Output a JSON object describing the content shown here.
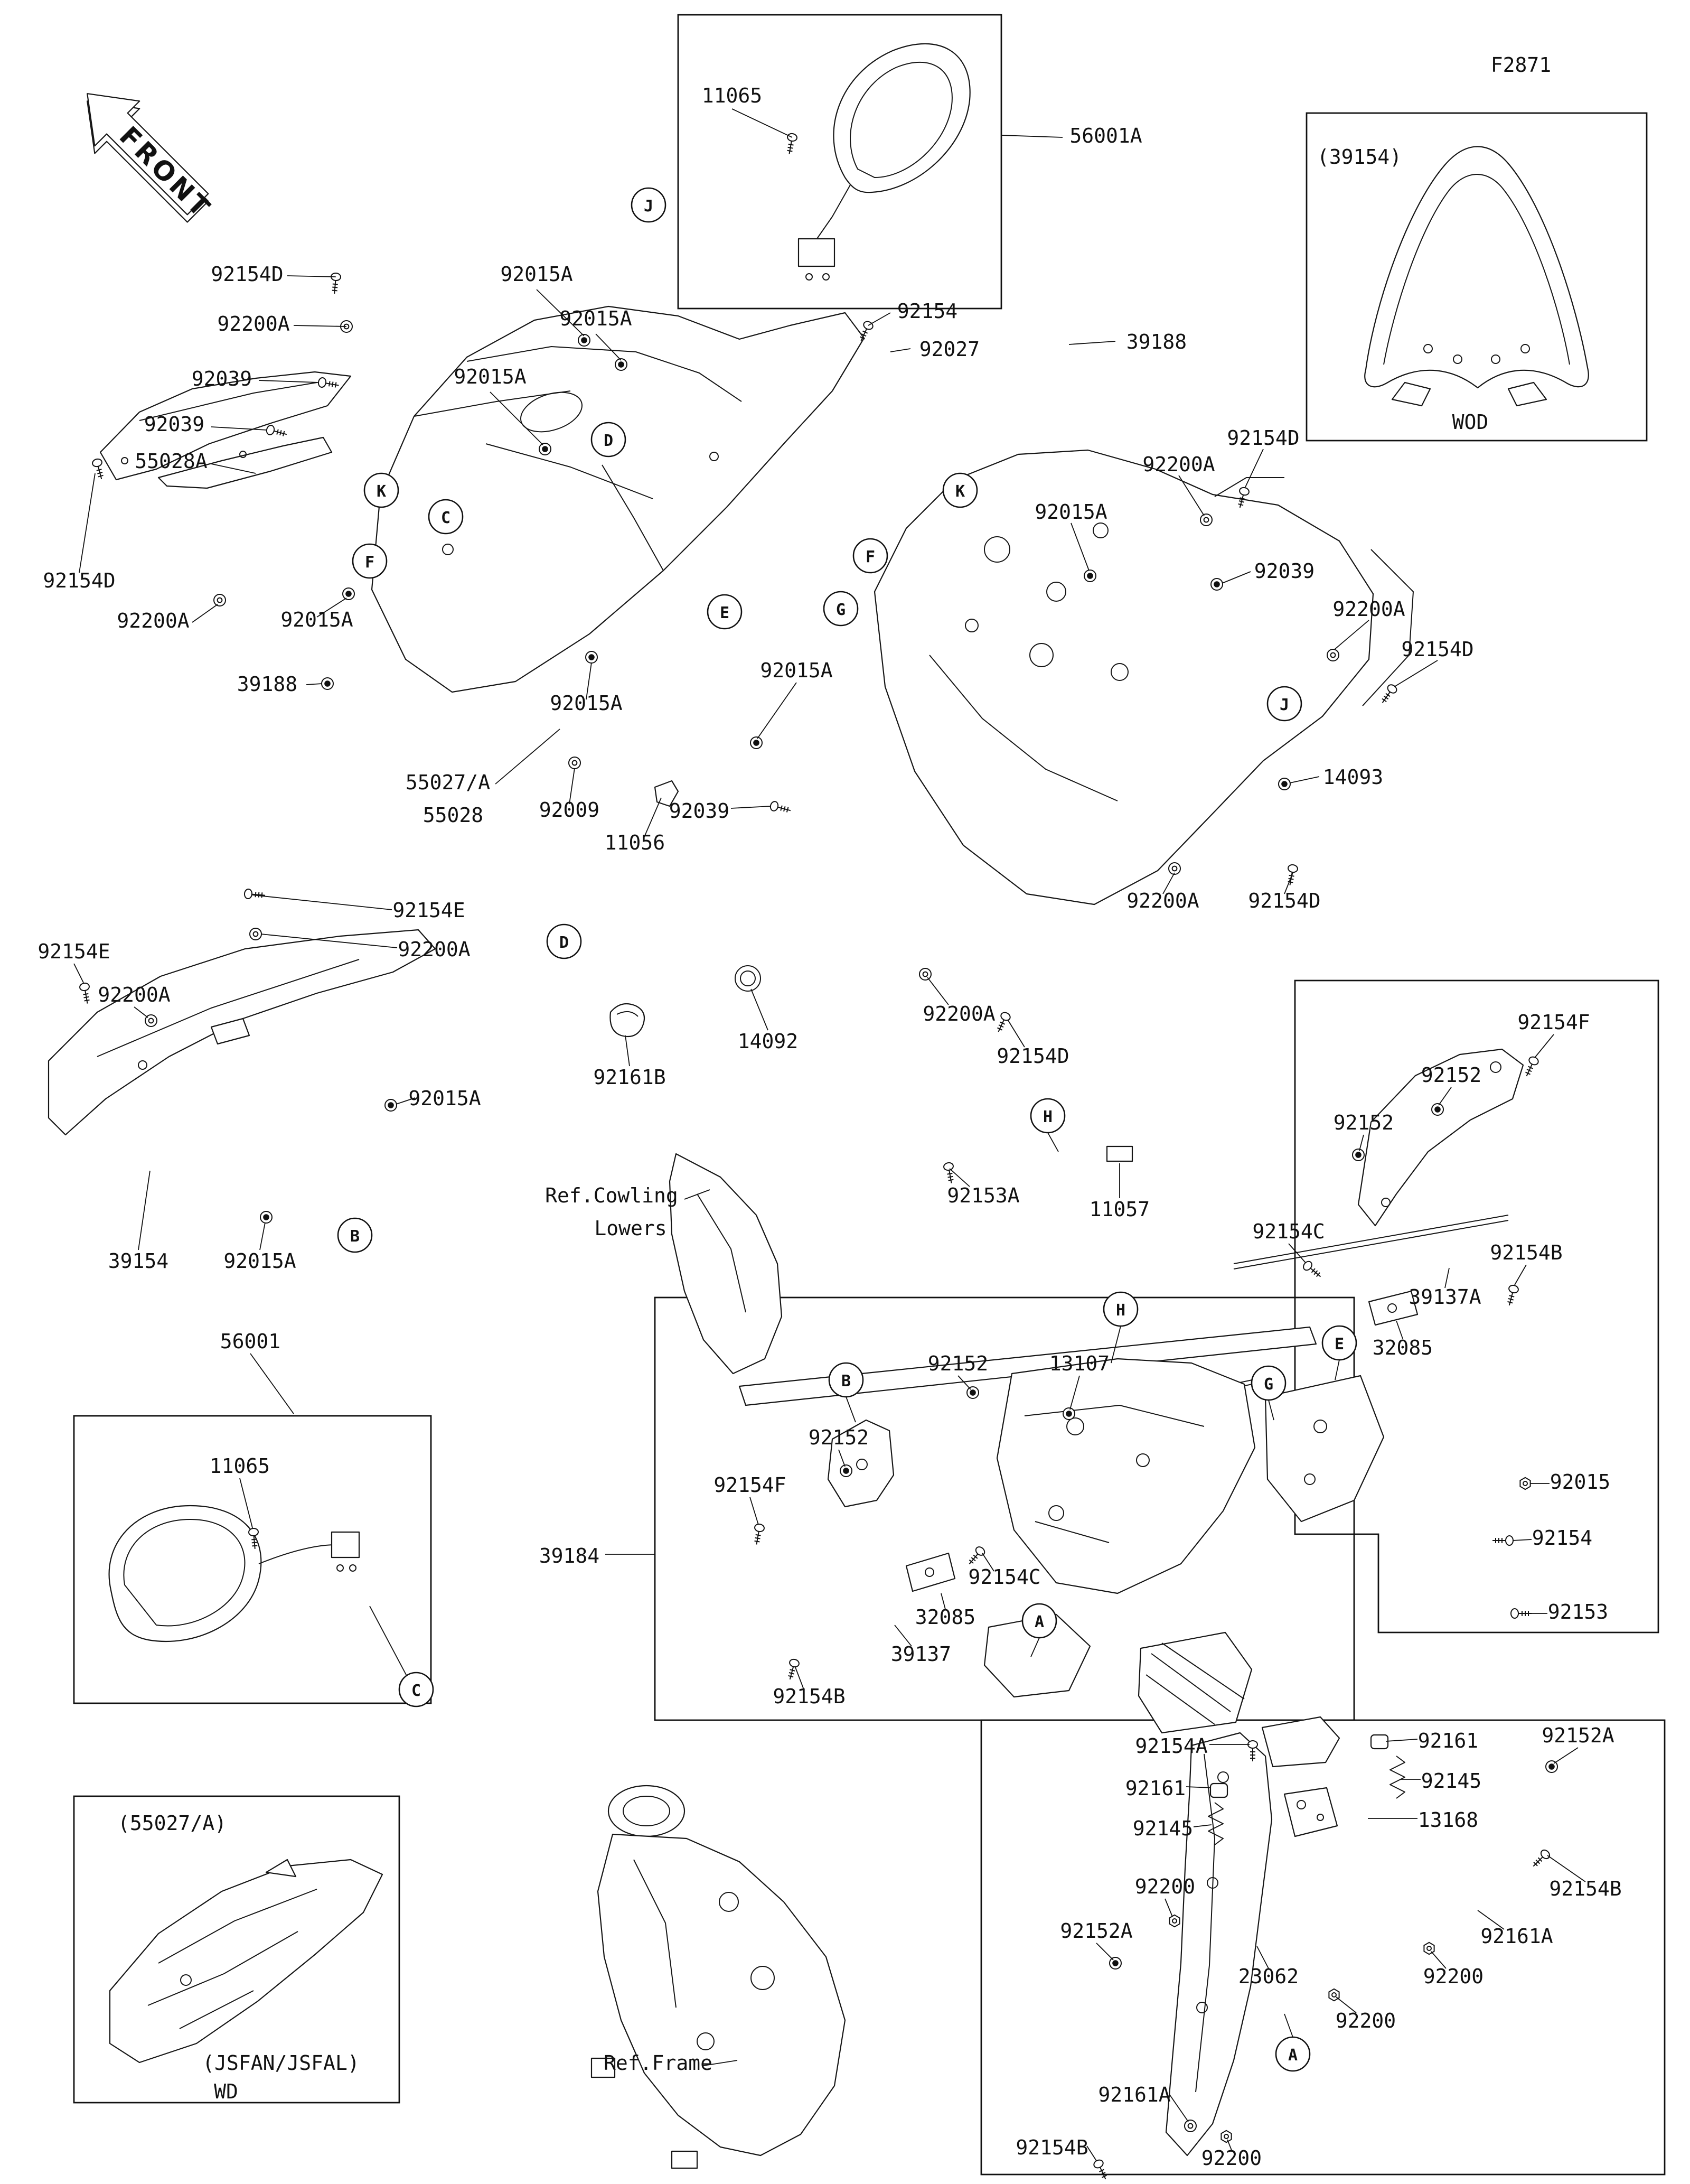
{
  "figure": {
    "code": "F2871",
    "front_label": "FRONT"
  },
  "insets": {
    "windshield": {
      "caption": "(39154)",
      "variant": "WOD"
    },
    "cowl": {
      "caption": "(55027/A)",
      "models": "(JSFAN/JSFAL)",
      "variant": "WD"
    }
  },
  "references": {
    "cowling_line1": "Ref.Cowling",
    "cowling_line2": "Lowers",
    "frame": "Ref.Frame"
  },
  "callouts": [
    {
      "t": "J"
    },
    {
      "t": "D"
    },
    {
      "t": "K"
    },
    {
      "t": "C"
    },
    {
      "t": "F"
    },
    {
      "t": "E"
    },
    {
      "t": "G"
    },
    {
      "t": "F"
    },
    {
      "t": "K"
    },
    {
      "t": "J"
    },
    {
      "t": "D"
    },
    {
      "t": "H"
    },
    {
      "t": "B"
    },
    {
      "t": "C"
    },
    {
      "t": "B"
    },
    {
      "t": "H"
    },
    {
      "t": "G"
    },
    {
      "t": "E"
    },
    {
      "t": "A"
    },
    {
      "t": "A"
    }
  ],
  "part_labels": [
    {
      "t": "11065"
    },
    {
      "t": "56001A"
    },
    {
      "t": "92154"
    },
    {
      "t": "92027"
    },
    {
      "t": "39188"
    },
    {
      "t": "92154D"
    },
    {
      "t": "92200A"
    },
    {
      "t": "92015A"
    },
    {
      "t": "92015A"
    },
    {
      "t": "92039"
    },
    {
      "t": "92015A"
    },
    {
      "t": "92039"
    },
    {
      "t": "55028A"
    },
    {
      "t": "92154D"
    },
    {
      "t": "92200A"
    },
    {
      "t": "92015A"
    },
    {
      "t": "39188"
    },
    {
      "t": "92015A"
    },
    {
      "t": "55027/A"
    },
    {
      "t": "55028"
    },
    {
      "t": "92009"
    },
    {
      "t": "11056"
    },
    {
      "t": "92039"
    },
    {
      "t": "92015A"
    },
    {
      "t": "92015A"
    },
    {
      "t": "92200A"
    },
    {
      "t": "92154D"
    },
    {
      "t": "92039"
    },
    {
      "t": "92200A"
    },
    {
      "t": "92154D"
    },
    {
      "t": "14093"
    },
    {
      "t": "92200A"
    },
    {
      "t": "92154D"
    },
    {
      "t": "92154E"
    },
    {
      "t": "92200A"
    },
    {
      "t": "92154E"
    },
    {
      "t": "92200A"
    },
    {
      "t": "92015A"
    },
    {
      "t": "39154"
    },
    {
      "t": "92015A"
    },
    {
      "t": "56001"
    },
    {
      "t": "11065"
    },
    {
      "t": "14092"
    },
    {
      "t": "92161B"
    },
    {
      "t": "92153A"
    },
    {
      "t": "11057"
    },
    {
      "t": "92200A"
    },
    {
      "t": "92154D"
    },
    {
      "t": "92154F"
    },
    {
      "t": "92152"
    },
    {
      "t": "92152"
    },
    {
      "t": "92154C"
    },
    {
      "t": "39137A"
    },
    {
      "t": "92154B"
    },
    {
      "t": "32085"
    },
    {
      "t": "92015"
    },
    {
      "t": "92154"
    },
    {
      "t": "92153"
    },
    {
      "t": "92152"
    },
    {
      "t": "13107"
    },
    {
      "t": "92152"
    },
    {
      "t": "92154F"
    },
    {
      "t": "39184"
    },
    {
      "t": "92154C"
    },
    {
      "t": "32085"
    },
    {
      "t": "39137"
    },
    {
      "t": "92154B"
    },
    {
      "t": "92154A"
    },
    {
      "t": "92161"
    },
    {
      "t": "92161"
    },
    {
      "t": "92145"
    },
    {
      "t": "92145"
    },
    {
      "t": "13168"
    },
    {
      "t": "92152A"
    },
    {
      "t": "92154B"
    },
    {
      "t": "92161A"
    },
    {
      "t": "92200"
    },
    {
      "t": "92200"
    },
    {
      "t": "92152A"
    },
    {
      "t": "23062"
    },
    {
      "t": "92200"
    },
    {
      "t": "92161A"
    },
    {
      "t": "92154B"
    },
    {
      "t": "92200"
    }
  ]
}
